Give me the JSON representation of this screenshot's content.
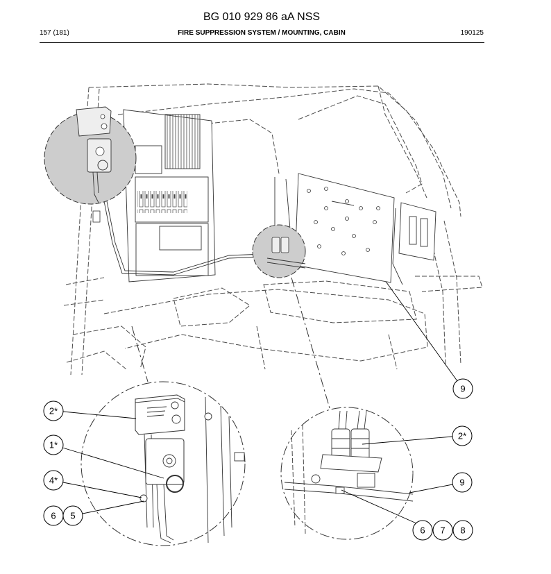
{
  "header": {
    "doc_number": "BG 010 929 86 aA NSS",
    "page": "157 (181)",
    "title": "FIRE SUPPRESSION SYSTEM / MOUNTING, CABIN",
    "code": "190125"
  },
  "diagram": {
    "callouts": [
      {
        "label": "9"
      },
      {
        "label": "2*"
      },
      {
        "label": "1*"
      },
      {
        "label": "4*"
      },
      {
        "label": "6"
      },
      {
        "label": "5"
      },
      {
        "label": "2*"
      },
      {
        "label": "9"
      },
      {
        "label": "6"
      },
      {
        "label": "7"
      },
      {
        "label": "8"
      }
    ]
  }
}
